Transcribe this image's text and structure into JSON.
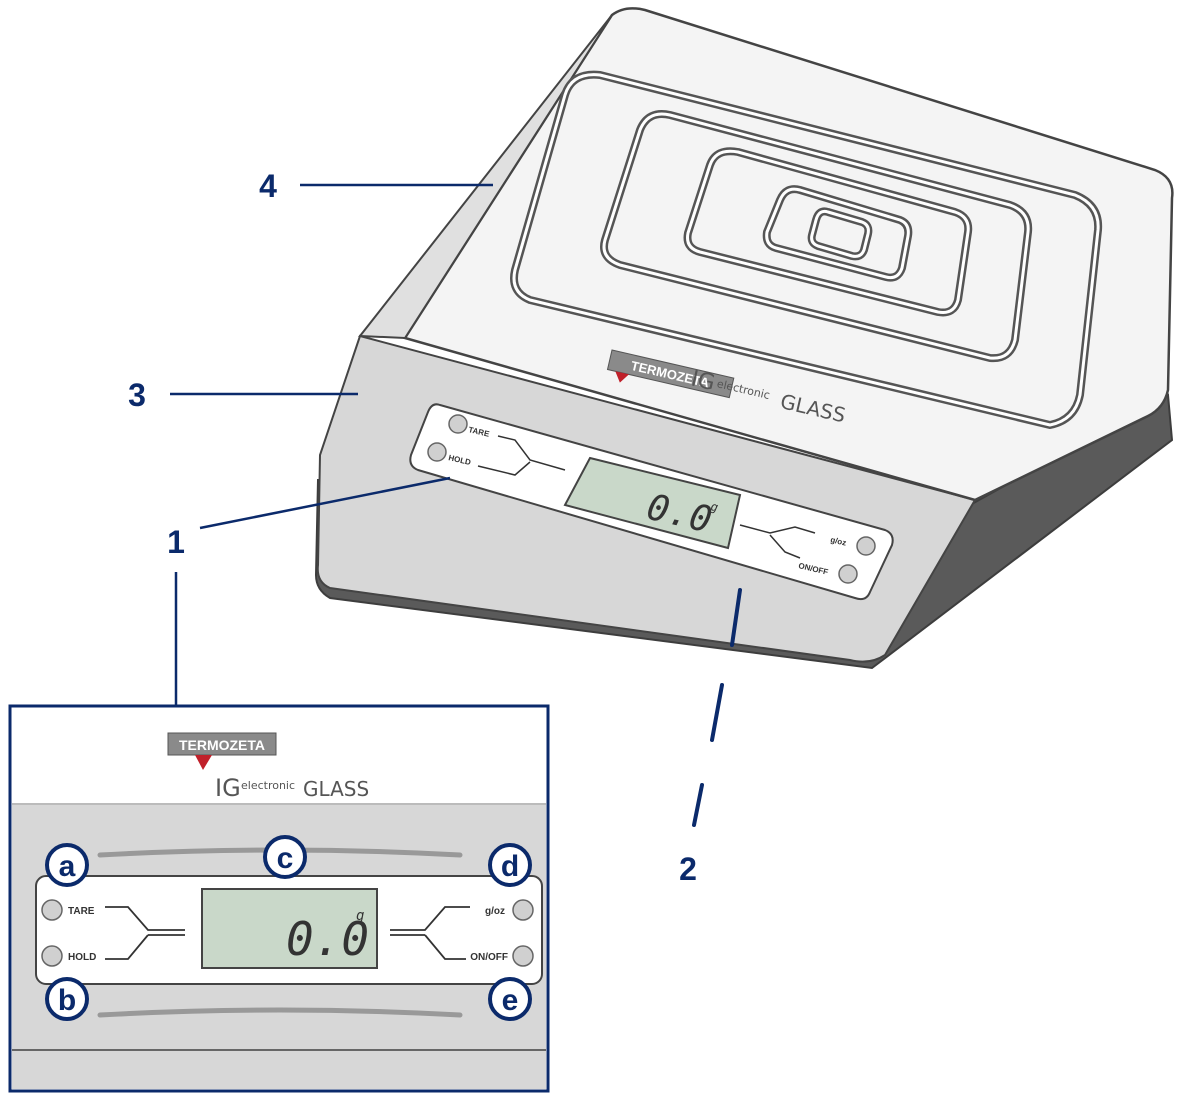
{
  "callouts": {
    "c1": "1",
    "c2": "2",
    "c3": "3",
    "c4": "4"
  },
  "brand": {
    "name": "TERMOZETA",
    "model_prefix": "electronic",
    "model_suffix": "GLASS"
  },
  "display": {
    "reading": "0.0",
    "unit": "g"
  },
  "buttons": {
    "tare": "TARE",
    "hold": "HOLD",
    "unit_toggle": "g/oz",
    "power": "ON/OFF"
  },
  "detail_badges": {
    "a": "a",
    "b": "b",
    "c": "c",
    "d": "d",
    "e": "e"
  },
  "colors": {
    "callout_blue": "#0b2a6b",
    "scale_body": "#e6e6e6",
    "lcd_green": "#cfe0cf",
    "brand_red": "#c0202a"
  }
}
